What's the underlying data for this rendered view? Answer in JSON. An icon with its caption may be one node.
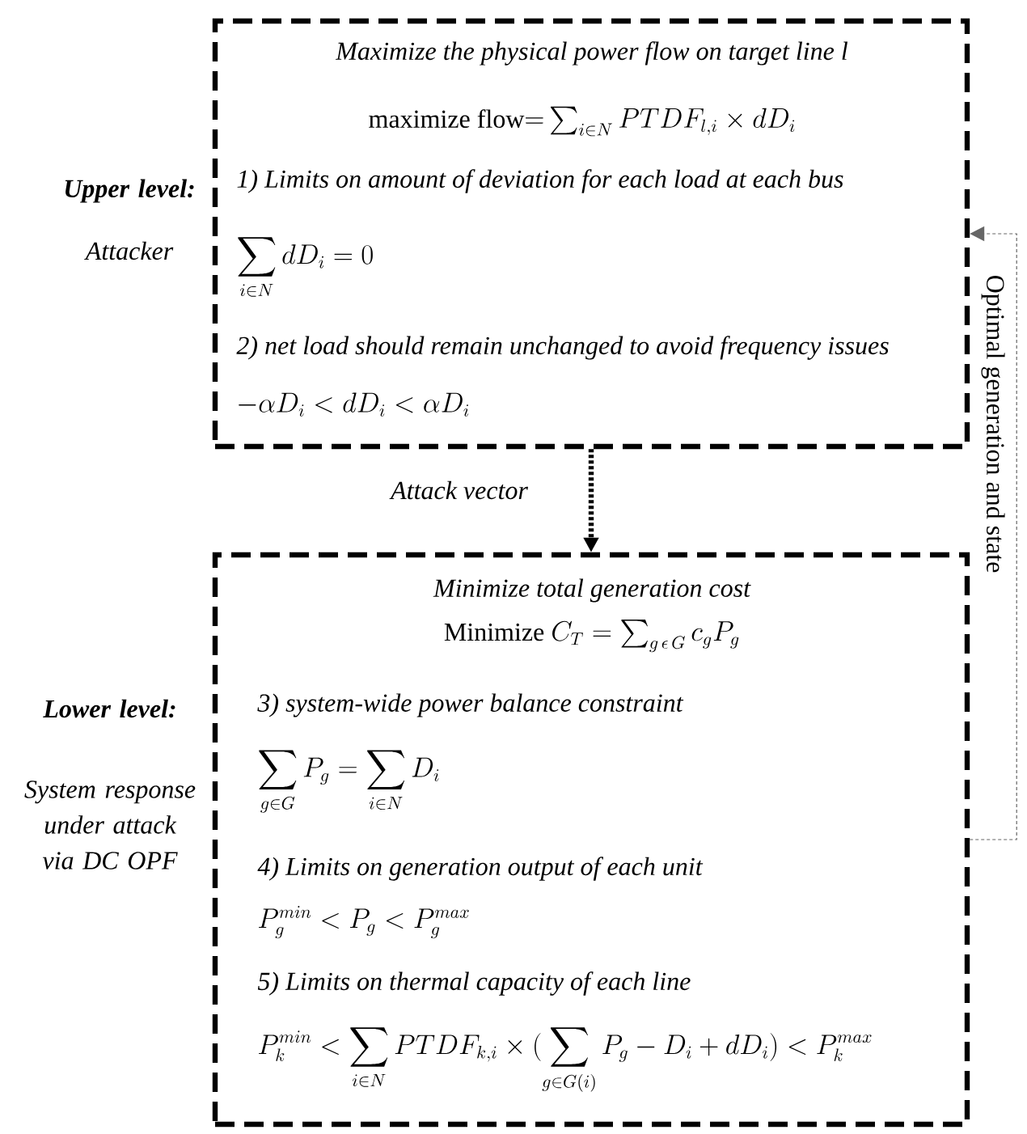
{
  "diagram": {
    "nodes": [
      {
        "text": [
          "Maximize the physical power flow on target line l",
          "\\mathrm{maximize\\ flow}{=}\\sum_{i\\in N} PTDF_{l,i}\\times dD_i",
          "1) Limits on amount  of deviation for each load at each bus",
          "\\sum_{i\\in N} dD_i = 0",
          "2) net load should remain unchanged to avoid frequency issues",
          "-\\alpha D_i < dD_i < \\alpha D_i"
        ],
        "beside": [
          "Upper level:",
          "Attacker"
        ]
      },
      {
        "text": [
          "Minimize total generation cost",
          "\\mathrm{Minimize}\\ C_T = \\sum_{g\\,\\epsilon\\,G} c_g P_g",
          "3) system-wide power balance constraint",
          "\\sum_{g\\in G} P_g = \\sum_{i\\in N} D_i",
          "4) Limits on generation output of each unit",
          "P_g^{min} < P_g < P_g^{max}",
          "5) Limits on thermal capacity of each line",
          "P_k^{min} < \\sum_{i\\in N} PTDF_{k,i}\\times (\\sum_{g\\in G(i)} P_g - D_i + dD_i) < P_k^{max}"
        ],
        "beside": [
          "Lower level:",
          "System response under attack via DC OPF"
        ]
      }
    ],
    "edges": [
      {
        "from": 0,
        "to": 1,
        "arrow": "to",
        "label": "Attack vector",
        "style": "dashed"
      },
      {
        "from": 1,
        "to": 0,
        "arrow": "to",
        "label": "Optimal generation and state",
        "style": "dashed",
        "color": "#666666"
      }
    ]
  }
}
